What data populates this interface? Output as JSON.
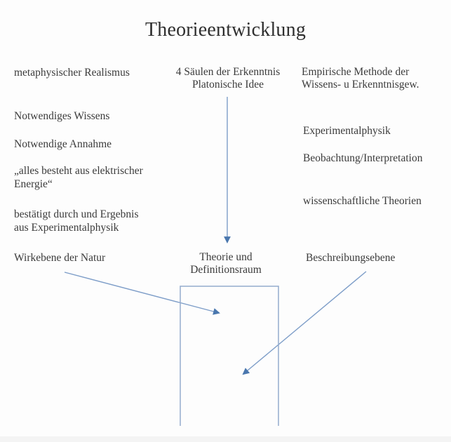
{
  "title": "Theorieentwicklung",
  "left_column": {
    "item1": "metaphysischer Realismus",
    "item2": "Notwendiges Wissens",
    "item3": "Notwendige Annahme",
    "item4_line1": "„alles besteht aus elektrischer",
    "item4_line2": "Energie“",
    "item5_line1": "bestätigt durch und Ergebnis",
    "item5_line2": "aus Experimentalphysik",
    "item6": "Wirkebene der Natur"
  },
  "middle_column": {
    "header_line1": "4 Säulen der Erkenntnis",
    "header_line2": "Platonische Idee",
    "box_label_line1": "Theorie und",
    "box_label_line2": "Definitionsraum"
  },
  "right_column": {
    "header_line1": "Empirische Methode der",
    "header_line2": "Wissens- u Erkenntnisgew.",
    "item1": "Experimentalphysik",
    "item2": "Beobachtung/Interpretation",
    "item3": "wissenschaftliche Theorien",
    "item4": "Beschreibungsebene"
  },
  "colors": {
    "line": "#7d9dc8",
    "arrowhead": "#4a77ae",
    "text": "#3b3b3b",
    "background": "#fdfdfd"
  }
}
